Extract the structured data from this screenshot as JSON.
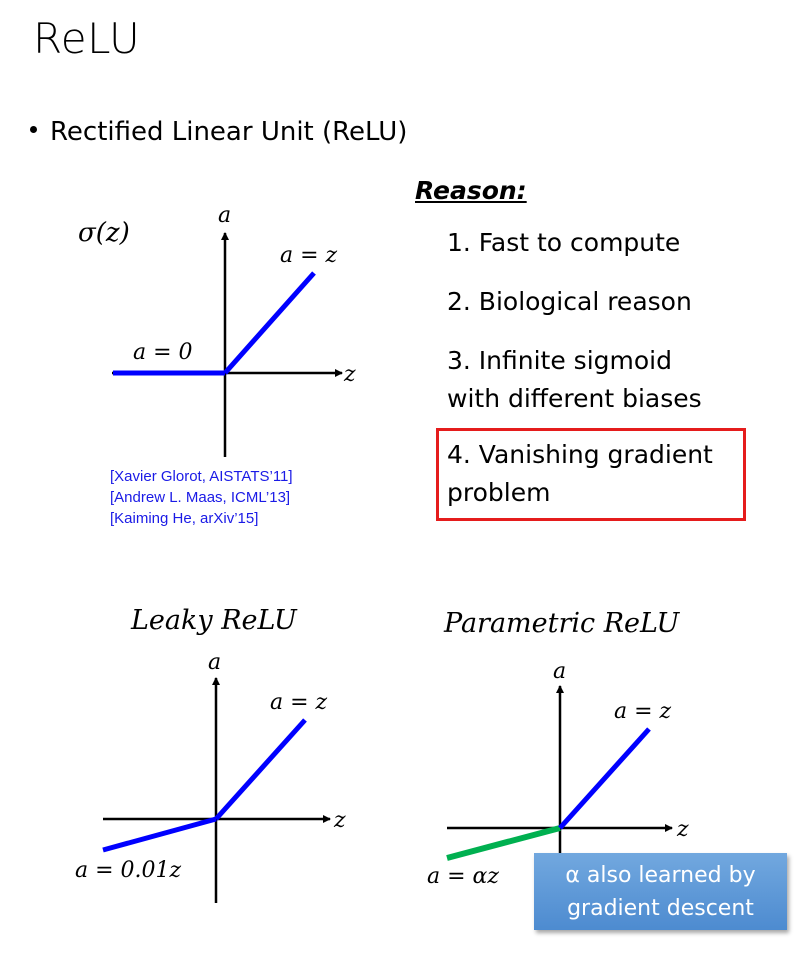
{
  "slide": {
    "title": "ReLU",
    "bullet": "Rectified Linear Unit (ReLU)"
  },
  "relu_plot": {
    "function_label": "σ(z)",
    "y_axis_label": "a",
    "x_axis_label": "z",
    "positive_label": "a = z",
    "negative_label": "a = 0",
    "negative_slope": 0,
    "positive_slope": 1,
    "line_color": "#0000ff"
  },
  "references": [
    "[Xavier Glorot, AISTATS’11]",
    "[Andrew L. Maas, ICML’13]",
    "[Kaiming He, arXiv’15]"
  ],
  "reasons": {
    "heading": "Reason:",
    "items": [
      "1. Fast to compute",
      "2. Biological reason",
      "3. Infinite sigmoid",
      "with different biases",
      "4. Vanishing gradient",
      "problem"
    ],
    "highlighted_item": 4,
    "highlight_color": "#e51c1c"
  },
  "leaky_relu": {
    "title": "Leaky ReLU",
    "y_axis_label": "a",
    "x_axis_label": "z",
    "positive_label": "a = z",
    "negative_label": "a = 0.01z",
    "line_color": "#0000ff"
  },
  "parametric_relu": {
    "title": "Parametric ReLU",
    "y_axis_label": "a",
    "x_axis_label": "z",
    "positive_label": "a = z",
    "negative_label": "a = αz",
    "positive_color": "#0000ff",
    "negative_color": "#00b050",
    "callout_line1": "α also learned by",
    "callout_line2": "gradient descent"
  }
}
